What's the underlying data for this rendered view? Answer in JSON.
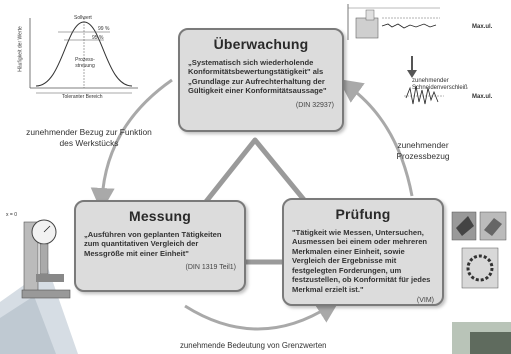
{
  "boxes": {
    "top": {
      "title": "Überwachung",
      "text": "„Systematisch sich wiederholende Konformitätsbewertungstätigkeit\" als „Grundlage zur Aufrechterhaltung der Gültigkeit einer Konformitätsaussage\"",
      "ref": "(DIN 32937)"
    },
    "left": {
      "title": "Messung",
      "text": "„Ausführen von geplanten Tätigkeiten zum quantitativen Vergleich der Messgröße mit einer Einheit\"",
      "ref": "(DIN 1319 Teil1)"
    },
    "right": {
      "title": "Prüfung",
      "text": "\"Tätigkeit wie Messen, Untersuchen, Ausmessen bei einem oder mehreren Merkmalen einer Einheit, sowie Vergleich der Ergebnisse mit festgelegten Forderungen, um festzustellen, ob Konformität für jedes Merkmal erzielt ist.\"",
      "ref": "(VIM)"
    }
  },
  "labels": {
    "left_arrow": "zunehmender Bezug zur Funktion des Werkstücks",
    "right_arrow": "zunehmender Prozessbezug",
    "bottom_arrow": "zunehmende Bedeutung von Grenzwerten"
  },
  "curve": {
    "sollwert": "Sollwert",
    "p99": "99 %",
    "p95": "95 %",
    "streuung": "Prozess-streuung",
    "ylabel": "Häufigkeit der Werte",
    "xlabel": "Toleranter Bereich"
  },
  "signal": {
    "max1": "Max.ul.",
    "max2": "Max.ul.",
    "wear": "zunehmender Schneidenverschleiß"
  },
  "gauge": {
    "label": "x = 0"
  },
  "colors": {
    "box_bg": "#dcdcdc",
    "arrow": "#a9a9a9",
    "frame": "#7a7a7a"
  }
}
